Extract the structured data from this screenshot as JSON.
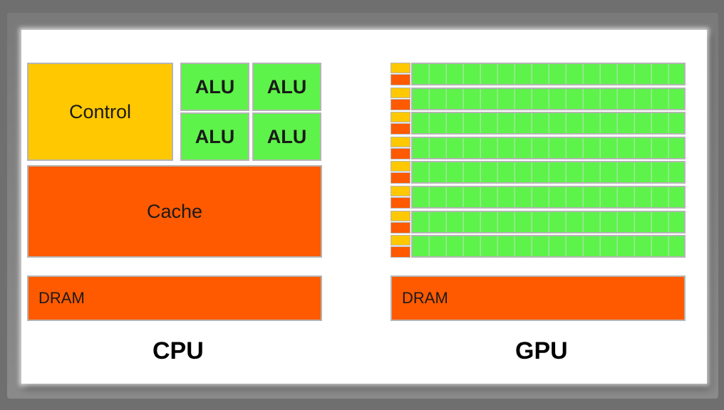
{
  "cpu": {
    "control_label": "Control",
    "alu_labels": [
      "ALU",
      "ALU",
      "ALU",
      "ALU"
    ],
    "cache_label": "Cache",
    "dram_label": "DRAM",
    "title": "CPU"
  },
  "gpu": {
    "dram_label": "DRAM",
    "title": "GPU",
    "row_count": 8,
    "alus_per_row": 16
  },
  "colors": {
    "control": "#ffc800",
    "alu": "#5ef34a",
    "cache_dram": "#ff5a00",
    "border": "#b5b5b5"
  }
}
